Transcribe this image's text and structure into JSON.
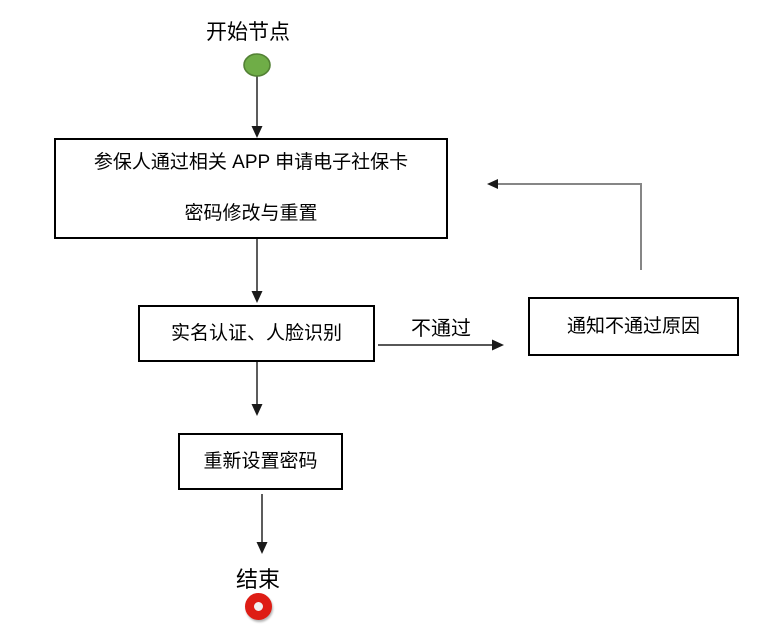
{
  "flowchart": {
    "start": {
      "label": "开始节点"
    },
    "nodes": {
      "apply": {
        "line1": "参保人通过相关 APP 申请电子社保卡",
        "line2": "密码修改与重置"
      },
      "verify": {
        "label": "实名认证、人脸识别"
      },
      "notify": {
        "label": "通知不通过原因"
      },
      "reset": {
        "label": "重新设置密码"
      }
    },
    "edges": {
      "fail_label": "不通过"
    },
    "end": {
      "label": "结束"
    },
    "colors": {
      "start_fill": "#6fad47",
      "start_stroke": "#538135",
      "end_ring": "#de1d15",
      "connector": "#3f3f3f",
      "feedback_line": "#868686",
      "arrowhead": "#1a1a1a",
      "box_border": "#000000"
    }
  }
}
